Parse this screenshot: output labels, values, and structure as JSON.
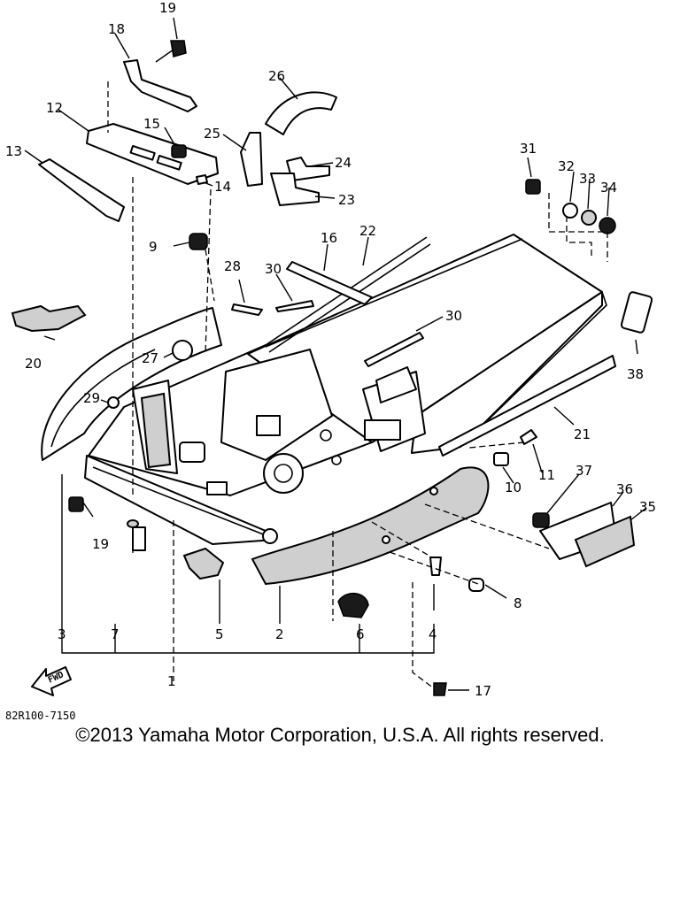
{
  "diagram": {
    "reference_code": "82R100-7150",
    "fwd_label": "FWD",
    "callouts": [
      "1",
      "2",
      "3",
      "4",
      "5",
      "6",
      "7",
      "8",
      "9",
      "10",
      "11",
      "12",
      "13",
      "14",
      "15",
      "16",
      "17",
      "18",
      "19",
      "20",
      "21",
      "22",
      "23",
      "24",
      "25",
      "26",
      "27",
      "28",
      "29",
      "30",
      "31",
      "32",
      "33",
      "34",
      "35",
      "36",
      "37",
      "38"
    ]
  },
  "footer": {
    "copyright": "©2013 Yamaha Motor Corporation, U.S.A. All rights reserved."
  }
}
